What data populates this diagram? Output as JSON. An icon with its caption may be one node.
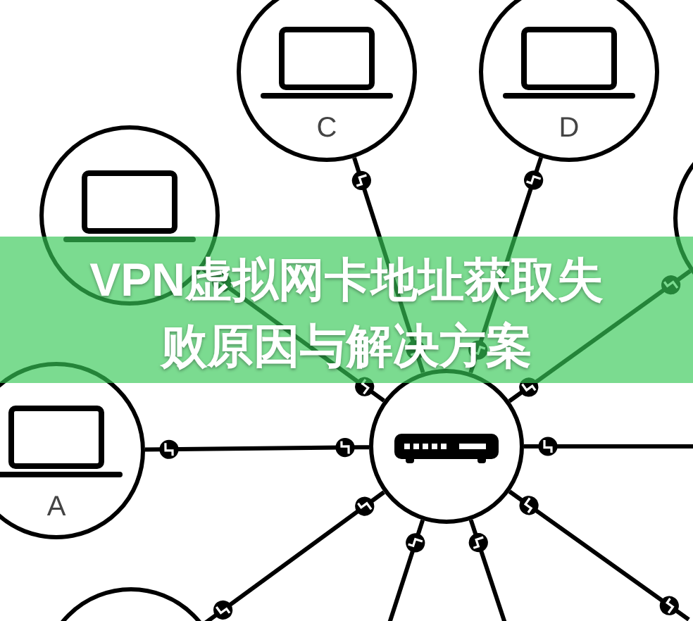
{
  "diagram": {
    "title": "VPN虚拟网卡地址获取失败原因与解决方案",
    "nodes": [
      {
        "text": [
          "C"
        ]
      },
      {
        "text": [
          "D"
        ]
      },
      {
        "text": [],
        "shape": "circle"
      },
      {
        "text": [],
        "shape": "circle"
      },
      {
        "text": [
          "A"
        ]
      },
      {
        "text": [],
        "shape": "circle"
      },
      {
        "text": [],
        "shape": "circle"
      }
    ],
    "edges": [
      {
        "from": 5,
        "to": 0,
        "arrow": "other"
      },
      {
        "from": 5,
        "to": 1,
        "arrow": "other"
      },
      {
        "from": 5,
        "to": 2,
        "arrow": "other"
      },
      {
        "from": 5,
        "to": 3,
        "arrow": "other"
      },
      {
        "from": 5,
        "to": 4,
        "arrow": "other"
      },
      {
        "from": 5,
        "to": null,
        "arrow": "other"
      },
      {
        "from": 5,
        "to": 6,
        "arrow": "other"
      },
      {
        "from": 5,
        "to": null,
        "arrow": "other"
      },
      {
        "from": 5,
        "to": null,
        "arrow": "other"
      },
      {
        "from": 5,
        "to": null,
        "arrow": "other"
      }
    ]
  }
}
